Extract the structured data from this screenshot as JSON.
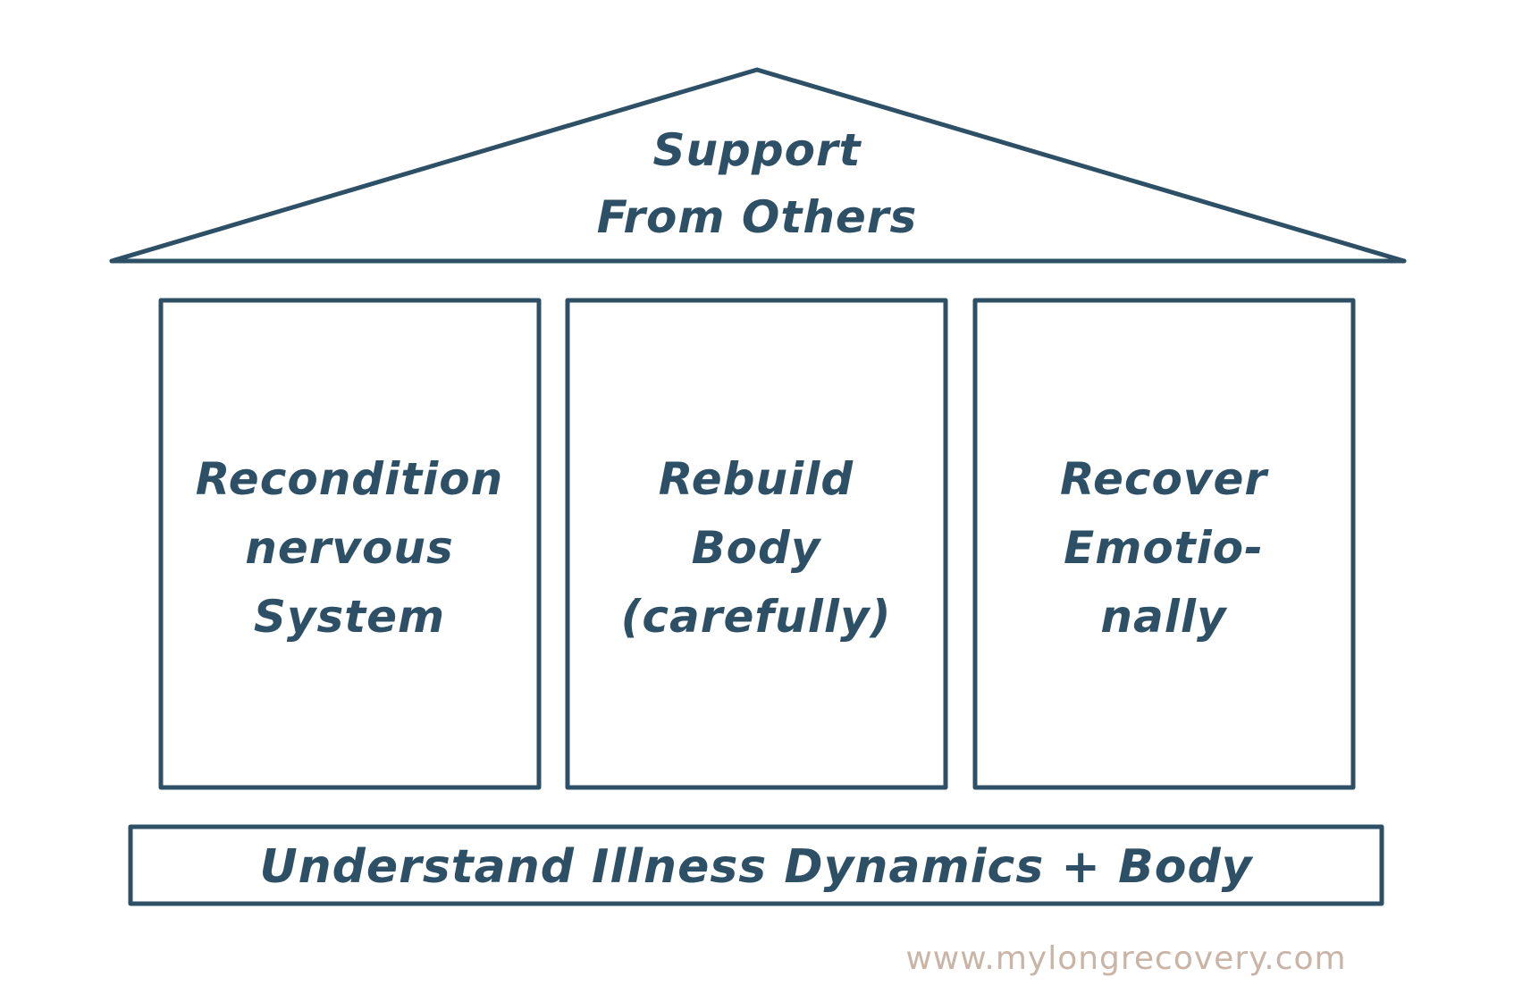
{
  "colors": {
    "stroke": "#2e5066",
    "text": "#2e5066",
    "footer": "#c9b4a6",
    "background": "#ffffff"
  },
  "roof": {
    "lines": [
      "Support",
      "From Others"
    ]
  },
  "pillars": [
    {
      "lines": [
        "Recondition",
        "nervous",
        "System"
      ]
    },
    {
      "lines": [
        "Rebuild",
        "Body",
        "(carefully)"
      ]
    },
    {
      "lines": [
        "Recover",
        "Emotio-",
        "nally"
      ]
    }
  ],
  "foundation": {
    "label": "Understand Illness Dynamics + Body"
  },
  "footer": {
    "url": "www.mylongrecovery.com"
  }
}
